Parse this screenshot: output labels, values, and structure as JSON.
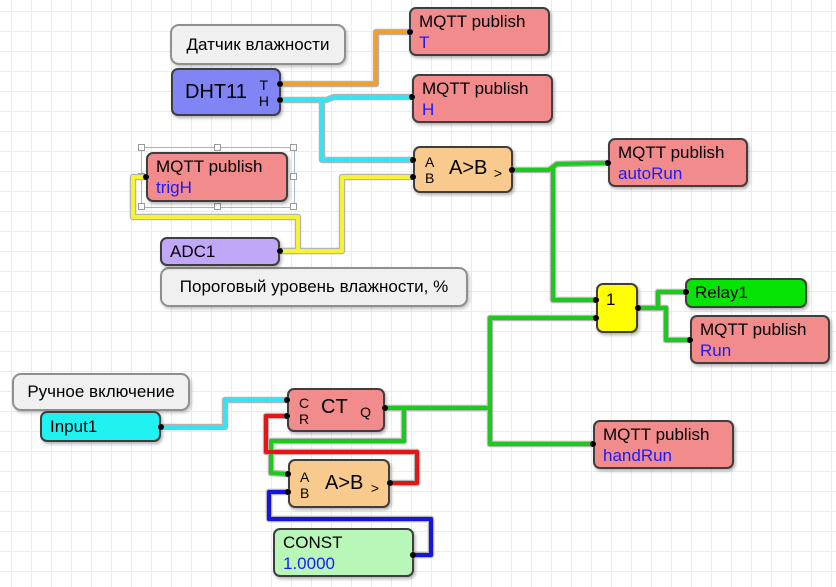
{
  "colors": {
    "wires": {
      "orange": "#f0a030",
      "cyan": "#35e3f2",
      "yellow": "#f6f337",
      "green": "#1dc91d",
      "red": "#e61414",
      "blue": "#1515dd",
      "outline": "#b4b4b4"
    },
    "blocks": {
      "mqtt": "#f28b8b",
      "dht": "#8184f5",
      "adc": "#c0a7f8",
      "compare": "#f8ca8e",
      "gate": "#ffff00",
      "relay": "#06e406",
      "input": "#20f2f2",
      "const": "#b9f7b9",
      "label": "#f0f0f0",
      "topic_text": "#1a1aff"
    },
    "selection": "#9fb6d4"
  },
  "labels": {
    "humidity_sensor": "Датчик влажности",
    "threshold": "Пороговый уровень влажности, %",
    "manual_on": "Ручное включение"
  },
  "blocks": {
    "dht11": {
      "title": "DHT11",
      "port_t": "T",
      "port_h": "H"
    },
    "mqtt_t": {
      "title": "MQTT publish",
      "topic": "T"
    },
    "mqtt_h": {
      "title": "MQTT publish",
      "topic": "H"
    },
    "mqtt_trigh": {
      "title": "MQTT publish",
      "topic": "trigH"
    },
    "mqtt_autorun": {
      "title": "MQTT publish",
      "topic": "autoRun"
    },
    "mqtt_run": {
      "title": "MQTT publish",
      "topic": "Run"
    },
    "mqtt_handrun": {
      "title": "MQTT publish",
      "topic": "handRun"
    },
    "adc1": {
      "title": "ADC1"
    },
    "compare1": {
      "title": "A>B",
      "port_a": "A",
      "port_b": "B",
      "port_out": ">"
    },
    "compare2": {
      "title": "A>B",
      "port_a": "A",
      "port_b": "B",
      "port_out": ">"
    },
    "or_gate": {
      "title": "1"
    },
    "relay1": {
      "title": "Relay1"
    },
    "input1": {
      "title": "Input1"
    },
    "ct": {
      "title": "CT",
      "port_c": "C",
      "port_r": "R",
      "port_q": "Q"
    },
    "const1": {
      "title": "CONST",
      "value": "1.0000"
    }
  }
}
